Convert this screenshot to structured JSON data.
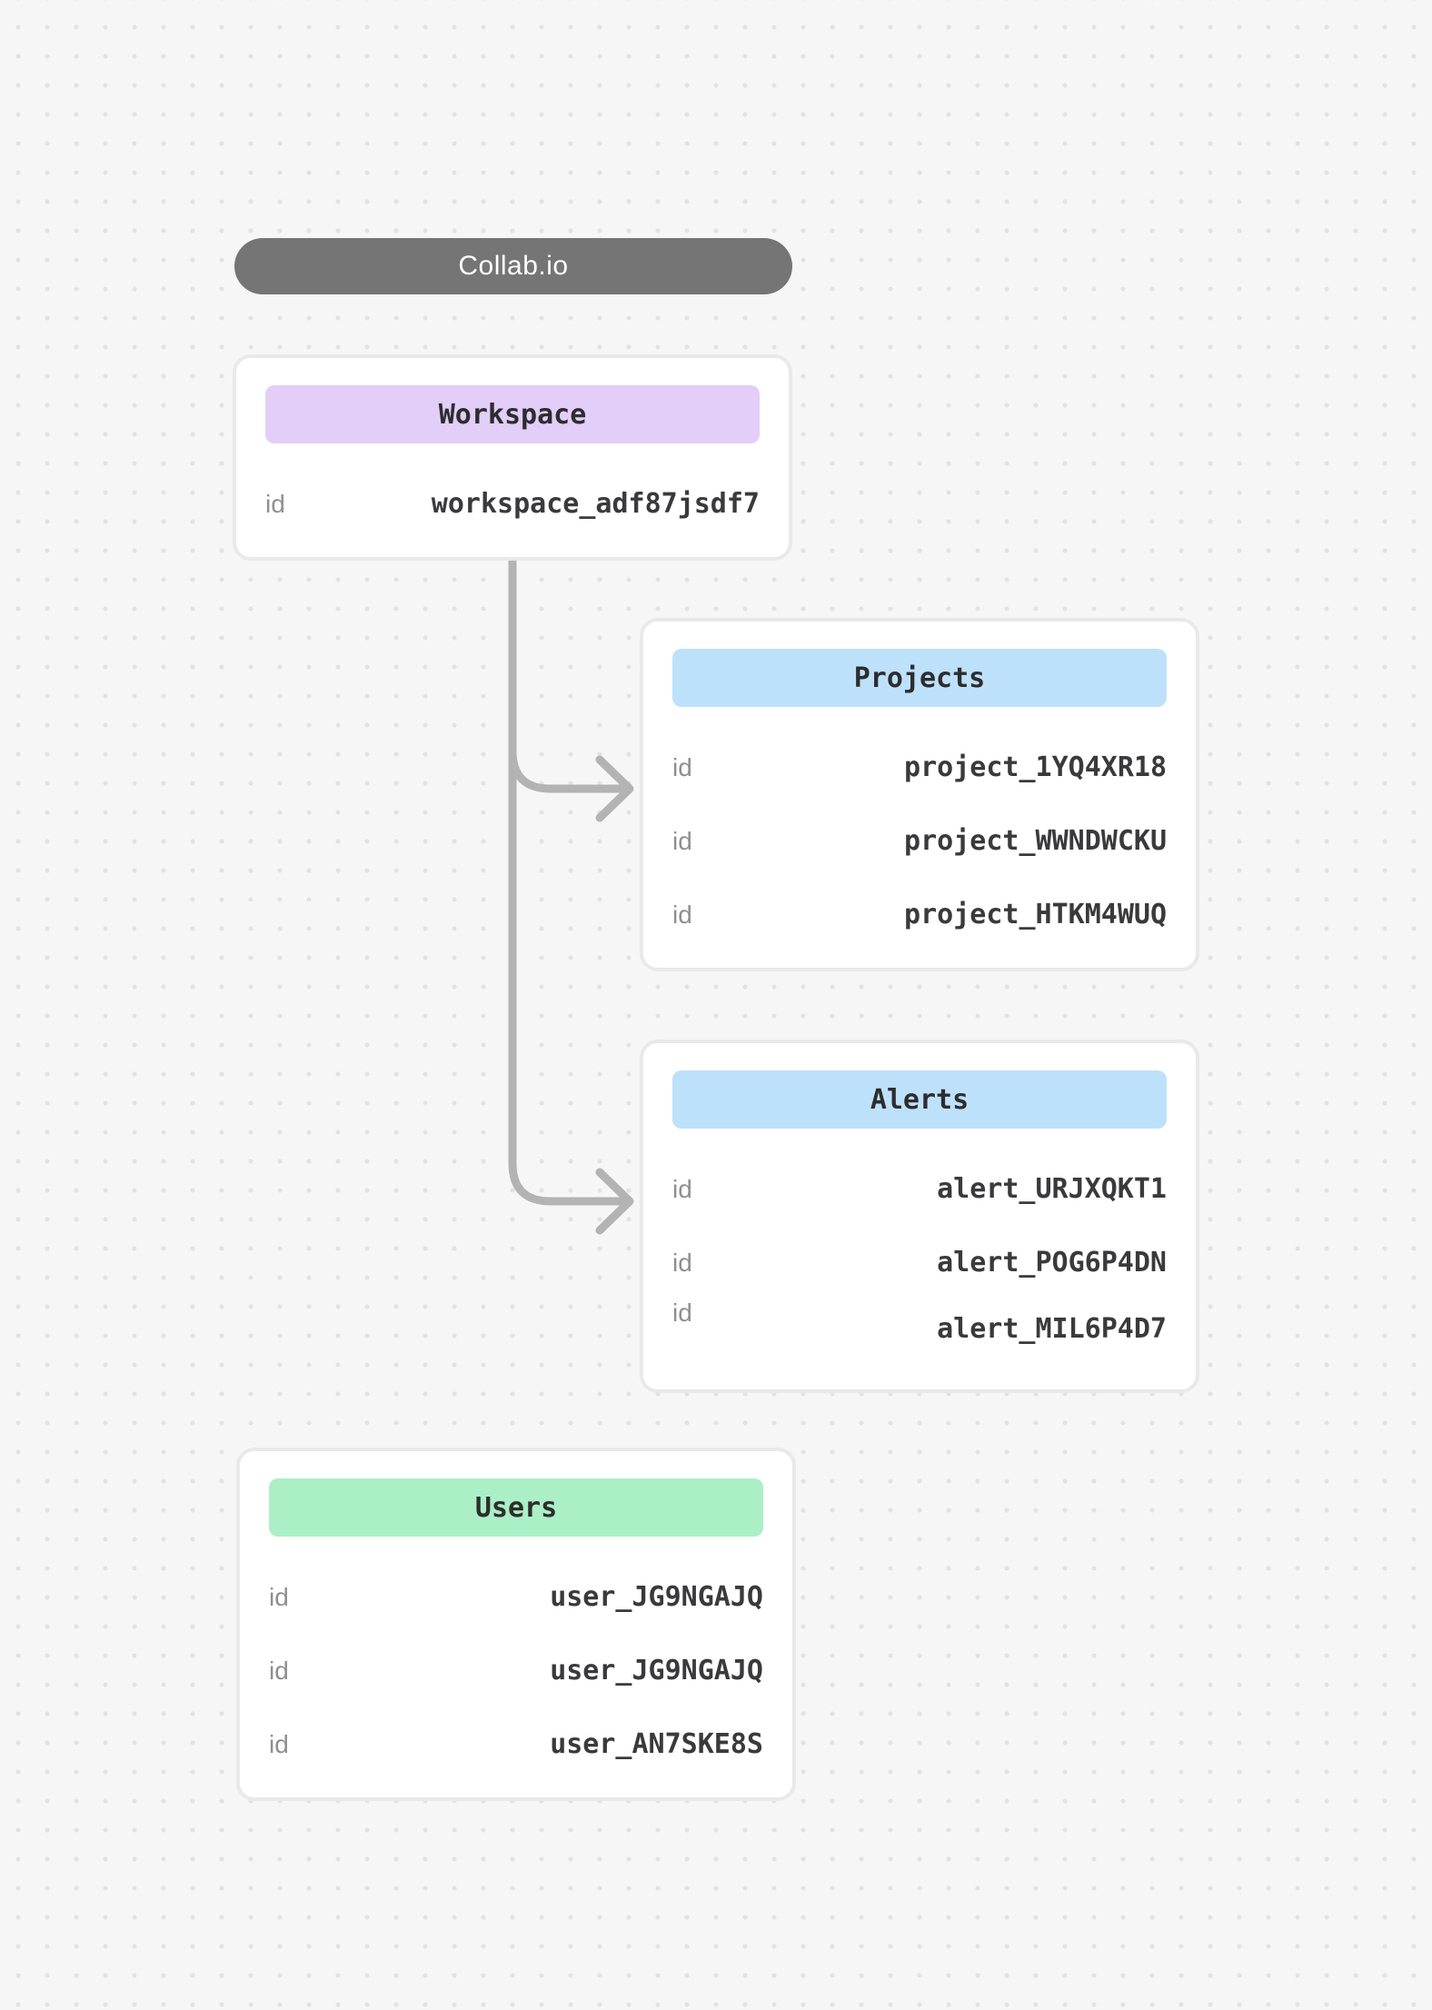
{
  "title": {
    "label": "Collab.io"
  },
  "entities": {
    "workspace": {
      "title": "Workspace",
      "header_color": "#e3cdf9",
      "rows": [
        {
          "label": "id",
          "value": "workspace_adf87jsdf7"
        }
      ]
    },
    "projects": {
      "title": "Projects",
      "header_color": "#bee1fb",
      "rows": [
        {
          "label": "id",
          "value": "project_1YQ4XR18"
        },
        {
          "label": "id",
          "value": "project_WWNDWCKU"
        },
        {
          "label": "id",
          "value": "project_HTKM4WUQ"
        }
      ]
    },
    "alerts": {
      "title": "Alerts",
      "header_color": "#bee1fb",
      "rows": [
        {
          "label": "id",
          "value": "alert_URJXQKT1"
        },
        {
          "label": "id",
          "value": "alert_POG6P4DN"
        },
        {
          "label": "id",
          "value": "alert_MIL6P4D7"
        }
      ]
    },
    "users": {
      "title": "Users",
      "header_color": "#abefc6",
      "rows": [
        {
          "label": "id",
          "value": "user_JG9NGAJQ"
        },
        {
          "label": "id",
          "value": "user_JG9NGAJQ"
        },
        {
          "label": "id",
          "value": "user_AN7SKE8S"
        }
      ]
    }
  },
  "connections": [
    {
      "from": "Workspace",
      "to": "Projects"
    },
    {
      "from": "Workspace",
      "to": "Alerts"
    }
  ],
  "colors": {
    "background": "#f6f6f7",
    "dot_grid": "#e2e2e4",
    "title_pill": "#757575",
    "card_border": "#e9e9eb",
    "connector": "#b3b3b4",
    "header_text": "#2d2d2f",
    "value_text": "#3a3a3c",
    "label_text": "#8f8f91"
  }
}
